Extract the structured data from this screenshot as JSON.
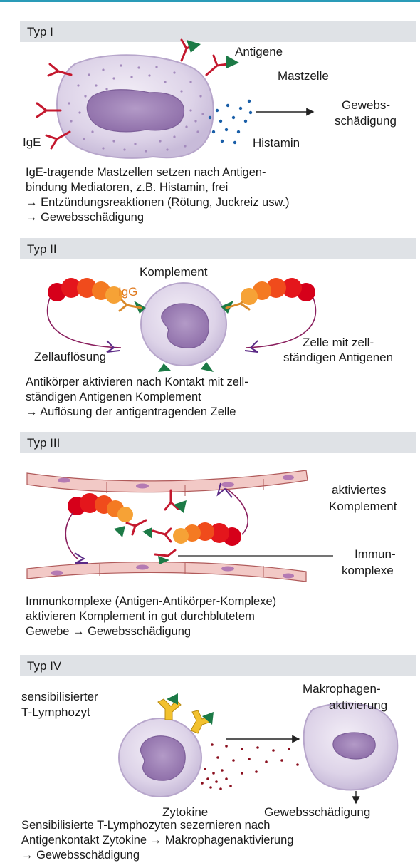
{
  "top_rule_color": "#2a9bb8",
  "typ1": {
    "header": "Typ I",
    "labels": {
      "antigene": "Antigene",
      "mastzelle": "Mastzelle",
      "gewebs_line1": "Gewebs-",
      "gewebs_line2": "schädigung",
      "ige": "IgE",
      "histamin": "Histamin"
    },
    "description": [
      "IgE-tragende Mastzellen setzen nach Antigen-",
      "bindung Mediatoren, z.B. Histamin, frei",
      "→ Entzündungsreaktionen (Rötung, Juckreiz usw.)",
      "→ Gewebsschädigung"
    ]
  },
  "typ2": {
    "header": "Typ II",
    "labels": {
      "komplement": "Komplement",
      "igg": "IgG",
      "zellaufloesung": "Zellauflösung",
      "zelle_line1": "Zelle mit  zell-",
      "zelle_line2": "ständigen Antigenen"
    },
    "description": [
      "Antikörper aktivieren nach Kontakt mit zell-",
      "ständigen Antigenen Komplement",
      "→ Auflösung der antigentragenden Zelle"
    ]
  },
  "typ3": {
    "header": "Typ III",
    "labels": {
      "aktiviertes_line1": "aktiviertes",
      "aktiviertes_line2": "Komplement",
      "immun_line1": "Immun-",
      "immun_line2": "komplexe"
    },
    "description": [
      "Immunkomplexe (Antigen-Antikörper-Komplexe)",
      "aktivieren Komplement in gut durchblutetem",
      "Gewebe → Gewebsschädigung"
    ]
  },
  "typ4": {
    "header": "Typ IV",
    "labels": {
      "sensibil_line1": "sensibilisierter",
      "sensibil_line2": "T-Lymphozyt",
      "makro_line1": "Makrophagen-",
      "makro_line2": "aktivierung",
      "zytokine": "Zytokine",
      "gewebs": "Gewebsschädigung"
    },
    "description": [
      "Sensibilisierte T-Lymphozyten sezernieren nach",
      "Antigenkontakt Zytokine → Makrophagenaktivierung",
      "→  Gewebsschädigung"
    ]
  }
}
